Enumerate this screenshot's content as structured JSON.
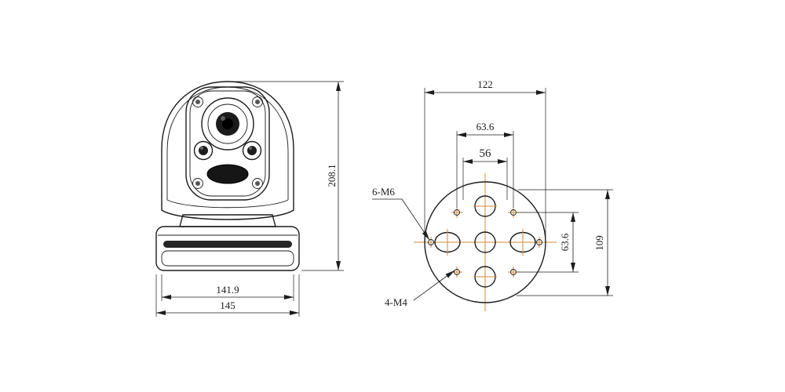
{
  "front_view": {
    "dim_height": "208.1",
    "dim_width_inner": "141.9",
    "dim_width_outer": "145"
  },
  "bottom_view": {
    "dim_diameter": "122",
    "dim_hole_spacing_horizontal": "63.6",
    "dim_slot_spacing": "56",
    "dim_hole_spacing_vertical": "63.6",
    "dim_height": "109",
    "label_m6_holes": "6-M6",
    "label_m4_holes": "4-M4"
  },
  "colors": {
    "line": "#1c1c1c",
    "centerline": "#cf8a3e",
    "background": "#ffffff"
  }
}
